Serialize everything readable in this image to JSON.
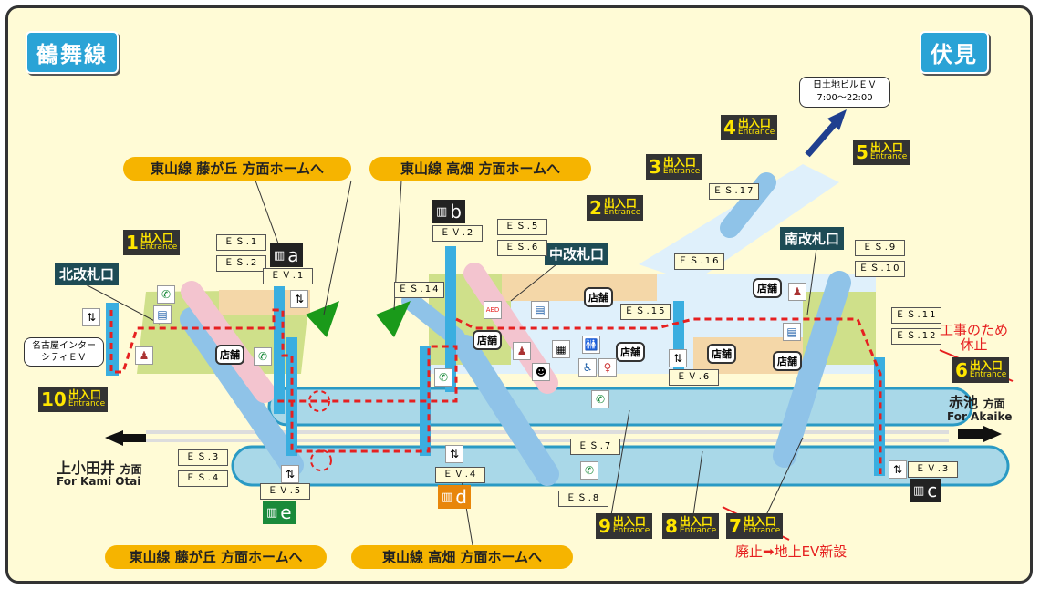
{
  "lines": {
    "left": "鶴舞線",
    "right": "伏見"
  },
  "banners": {
    "top_left": "東山線 藤が丘 方面ホームへ",
    "top_right": "東山線 高畑 方面ホームへ",
    "bottom_left": "東山線 藤が丘 方面ホームへ",
    "bottom_right": "東山線 高畑 方面ホームへ"
  },
  "entrance_label": "出入口",
  "entrance_en": "Entrance",
  "entrances": [
    "1",
    "2",
    "3",
    "4",
    "5",
    "6",
    "7",
    "8",
    "9",
    "10"
  ],
  "gates": {
    "north": "北改札口",
    "center": "中改札口",
    "south": "南改札口"
  },
  "escalators": [
    "ＥＳ.1",
    "ＥＳ.2",
    "ＥＳ.3",
    "ＥＳ.4",
    "ＥＳ.5",
    "ＥＳ.6",
    "ＥＳ.7",
    "ＥＳ.8",
    "ＥＳ.9",
    "ＥＳ.10",
    "ＥＳ.11",
    "ＥＳ.12",
    "ＥＳ.14",
    "ＥＳ.15",
    "ＥＳ.16",
    "ＥＳ.17"
  ],
  "elevators": {
    "ev1": "ＥＶ.1",
    "ev2": "ＥＶ.2",
    "ev3": "ＥＶ.3",
    "ev4": "ＥＶ.4",
    "ev5": "ＥＶ.5",
    "ev6": "ＥＶ.6"
  },
  "ev_badges": {
    "a": "a",
    "b": "b",
    "c": "c",
    "d": "d",
    "e": "e"
  },
  "external_ev": {
    "building": "日土地ビルＥＶ",
    "hours": "7:00～22:00",
    "intercity": "名古屋インター\nシティＥＶ"
  },
  "shop": "店舗",
  "aed": "AED",
  "directions": {
    "west_jp": "上小田井",
    "west_suffix": "方面",
    "west_en": "For Kami Otai",
    "east_jp": "赤池",
    "east_suffix": "方面",
    "east_en": "For Akaike"
  },
  "notes": {
    "exit6": "工事のため\n休止",
    "exit7": "廃止➡地上EV新設"
  },
  "colors": {
    "background": "#fffbd6",
    "platform": "#a9d8e8",
    "route": "#e62020",
    "banner": "#f6b400",
    "line_badge": "#2aa3d6"
  }
}
